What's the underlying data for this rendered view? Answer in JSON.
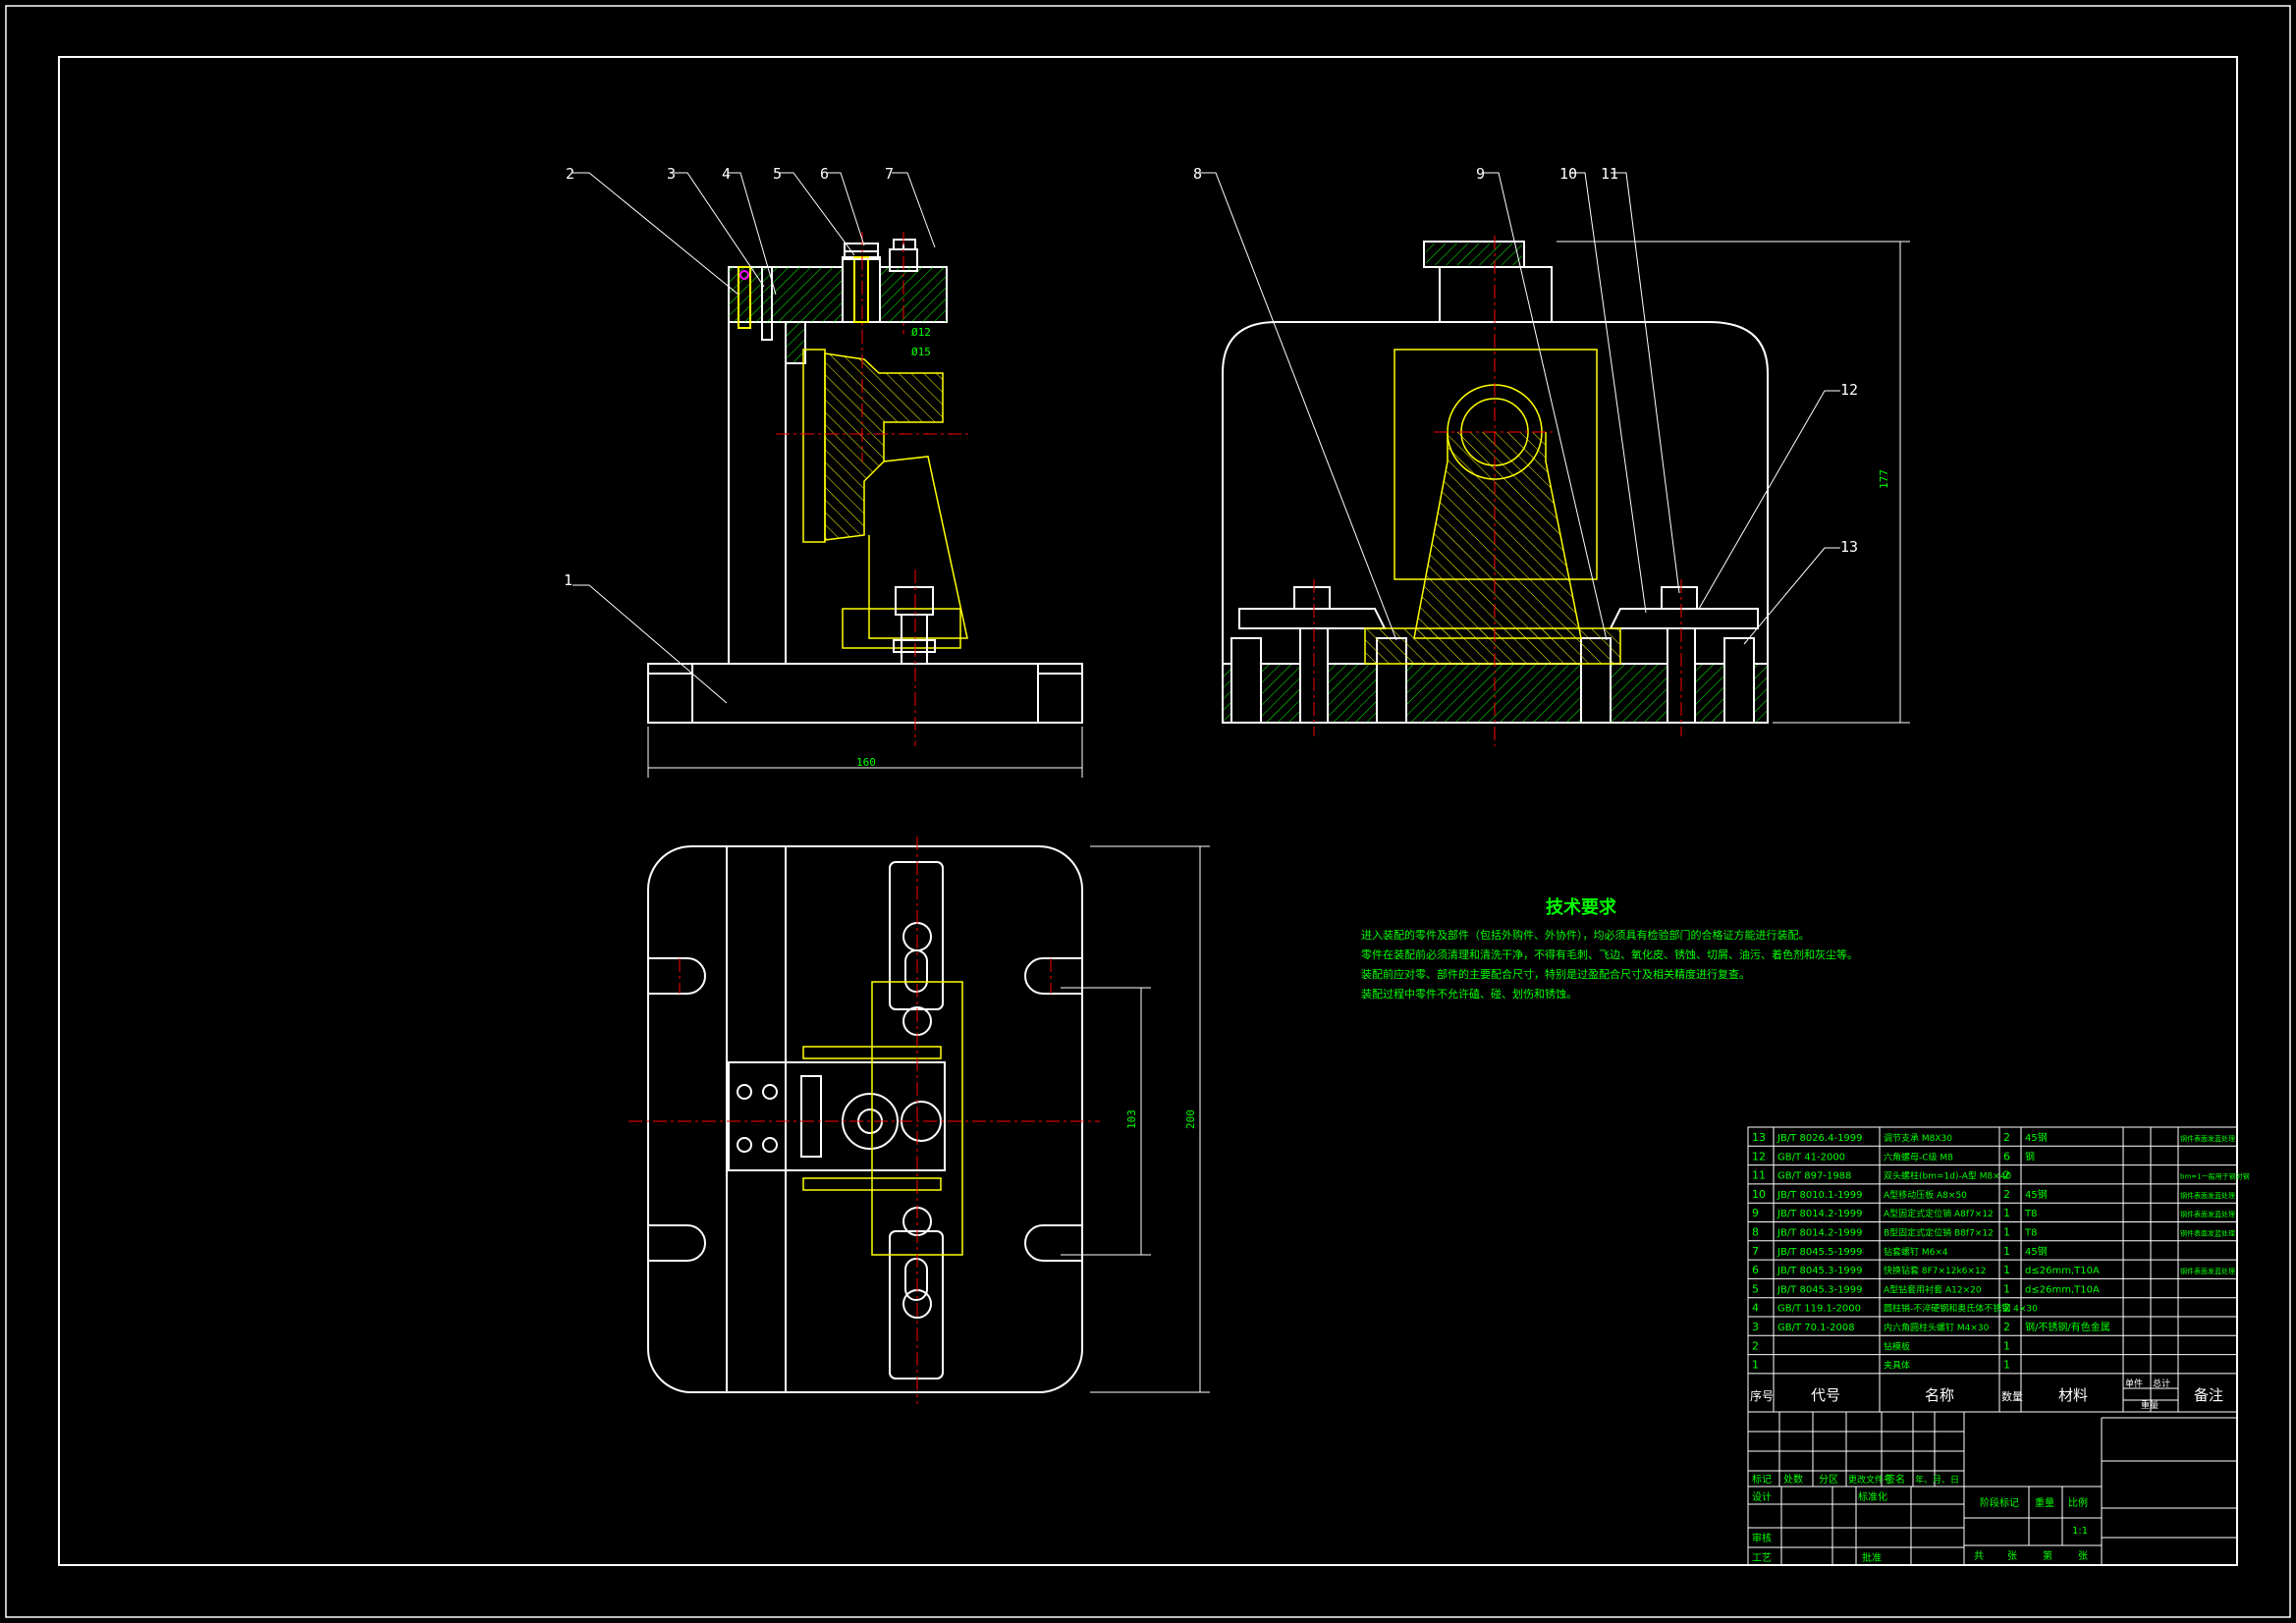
{
  "balloons": [
    "1",
    "2",
    "3",
    "4",
    "5",
    "6",
    "7",
    "8",
    "9",
    "10",
    "11",
    "12",
    "13"
  ],
  "dimensions": {
    "front_width": "160",
    "side_height": "177",
    "top_height_outer": "200",
    "top_height_inner": "103",
    "bore_1": "Ø12",
    "bore_2": "Ø15"
  },
  "tech": {
    "title": "技术要求",
    "lines": [
      "进入装配的零件及部件（包括外购件、外协件），均必须具有检验部门的合格证方能进行装配。",
      "零件在装配前必须清理和清洗干净，不得有毛刺、飞边、氧化皮、锈蚀、切屑、油污、着色剂和灰尘等。",
      "装配前应对零、部件的主要配合尺寸，特别是过盈配合尺寸及相关精度进行复查。",
      "装配过程中零件不允许磕、碰、划伤和锈蚀。"
    ]
  },
  "bom": {
    "rows": [
      {
        "no": "13",
        "code": "JB/T 8026.4-1999",
        "name": "调节支承 M8X30",
        "qty": "2",
        "mat": "45钢",
        "note": "钢件表面发蓝处理"
      },
      {
        "no": "12",
        "code": "GB/T 41-2000",
        "name": "六角螺母-C级 M8",
        "qty": "6",
        "mat": "钢",
        "note": ""
      },
      {
        "no": "11",
        "code": "GB/T 897-1988",
        "name": "双头螺柱(bm=1d)-A型 M8×40",
        "qty": "2",
        "mat": "",
        "note": "bm=1一般用于钢对钢"
      },
      {
        "no": "10",
        "code": "JB/T 8010.1-1999",
        "name": "A型移动压板 A8×50",
        "qty": "2",
        "mat": "45钢",
        "note": "钢件表面发蓝处理"
      },
      {
        "no": "9",
        "code": "JB/T 8014.2-1999",
        "name": "A型固定式定位销 A8f7×12",
        "qty": "1",
        "mat": "T8",
        "note": "钢件表面发蓝处理"
      },
      {
        "no": "8",
        "code": "JB/T 8014.2-1999",
        "name": "B型固定式定位销 B8f7×12",
        "qty": "1",
        "mat": "T8",
        "note": "钢件表面发蓝处理"
      },
      {
        "no": "7",
        "code": "JB/T 8045.5-1999",
        "name": "钻套螺钉 M6×4",
        "qty": "1",
        "mat": "45钢",
        "note": ""
      },
      {
        "no": "6",
        "code": "JB/T 8045.3-1999",
        "name": "快换钻套 8F7×12k6×12",
        "qty": "1",
        "mat": "d≤26mm,T10A",
        "note": "钢件表面发蓝处理"
      },
      {
        "no": "5",
        "code": "JB/T 8045.3-1999",
        "name": "A型钻套用衬套 A12×20",
        "qty": "1",
        "mat": "d≤26mm,T10A",
        "note": ""
      },
      {
        "no": "4",
        "code": "GB/T 119.1-2000",
        "name": "圆柱销-不淬硬钢和奥氏体不锈钢 4×30",
        "qty": "2",
        "mat": "",
        "note": ""
      },
      {
        "no": "3",
        "code": "GB/T 70.1-2008",
        "name": "内六角圆柱头螺钉 M4×30",
        "qty": "2",
        "mat": "钢/不锈钢/有色金属",
        "note": ""
      },
      {
        "no": "2",
        "code": "",
        "name": "钻模板",
        "qty": "1",
        "mat": "",
        "note": ""
      },
      {
        "no": "1",
        "code": "",
        "name": "夹具体",
        "qty": "1",
        "mat": "",
        "note": ""
      }
    ],
    "header": {
      "no": "序号",
      "code": "代号",
      "name": "名称",
      "qty": "数量",
      "mat": "材料",
      "unit": "单件",
      "total": "总计",
      "weight": "重量",
      "note": "备注"
    }
  },
  "title_block": {
    "mark": "标记",
    "count": "处数",
    "zone": "分区",
    "doc": "更改文件号",
    "sign": "签名",
    "date": "年、月、日",
    "design": "设计",
    "standard": "标准化",
    "stage": "阶段标记",
    "mass": "重量",
    "scale": "比例",
    "scale_value": "1:1",
    "review": "审核",
    "process": "工艺",
    "approve": "批准",
    "total": "共",
    "sheets": "张",
    "sheet": "第",
    "page": "张"
  },
  "colors": {
    "white": "#ffffff",
    "yellow": "#ffff00",
    "green": "#00ff00",
    "red": "#ff0000",
    "cyan": "#00ffff",
    "magenta": "#ff00ff",
    "bg": "#000000"
  }
}
